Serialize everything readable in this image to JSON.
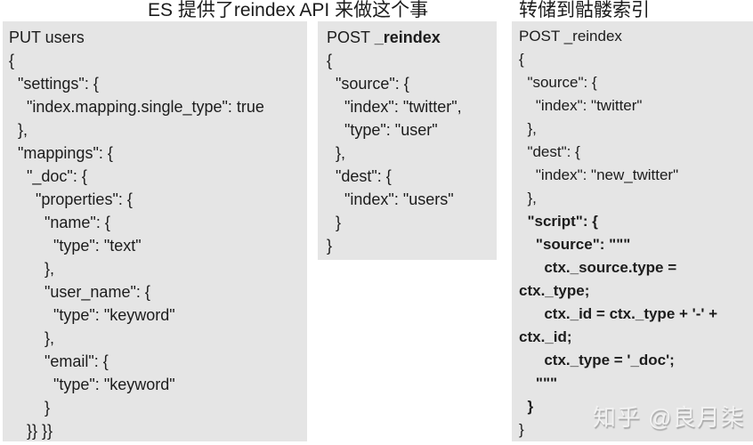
{
  "headers": [
    {
      "text": "ES 提供了reindex API 来做这个事"
    },
    {
      "text": "转储到骷髅索引"
    }
  ],
  "watermark": "知乎 @良月柒",
  "colors": {
    "page_bg": "#ffffff",
    "panel_bg": "#e5e5e5",
    "text": "#1c1c1c",
    "watermark_text": "#f2f2f2"
  },
  "panels": [
    {
      "lines": [
        [
          {
            "t": "PUT users"
          }
        ],
        [
          {
            "t": "{"
          }
        ],
        [
          {
            "t": "  \"settings\": {"
          }
        ],
        [
          {
            "t": "    \"index.mapping.single_type\": true"
          }
        ],
        [
          {
            "t": "  },"
          }
        ],
        [
          {
            "t": "  \"mappings\": {"
          }
        ],
        [
          {
            "t": "    \"_doc\": {"
          }
        ],
        [
          {
            "t": "      \"properties\": {"
          }
        ],
        [
          {
            "t": "        \"name\": {"
          }
        ],
        [
          {
            "t": "          \"type\": \"text\""
          }
        ],
        [
          {
            "t": "        },"
          }
        ],
        [
          {
            "t": "        \"user_name\": {"
          }
        ],
        [
          {
            "t": "          \"type\": \"keyword\""
          }
        ],
        [
          {
            "t": "        },"
          }
        ],
        [
          {
            "t": "        \"email\": {"
          }
        ],
        [
          {
            "t": "          \"type\": \"keyword\""
          }
        ],
        [
          {
            "t": "        }"
          }
        ],
        [
          {
            "t": "    }} }}"
          }
        ]
      ]
    },
    {
      "lines": [
        [
          {
            "t": "POST "
          },
          {
            "t": "_reindex",
            "b": true
          }
        ],
        [
          {
            "t": "{"
          }
        ],
        [
          {
            "t": "  \"source\": {"
          }
        ],
        [
          {
            "t": "    \"index\": \"twitter\","
          }
        ],
        [
          {
            "t": "    \"type\": \"user\""
          }
        ],
        [
          {
            "t": "  },"
          }
        ],
        [
          {
            "t": "  \"dest\": {"
          }
        ],
        [
          {
            "t": "    \"index\": \"users\""
          }
        ],
        [
          {
            "t": "  }"
          }
        ],
        [
          {
            "t": "}"
          }
        ]
      ]
    },
    {
      "lines": [
        [
          {
            "t": "POST _reindex"
          }
        ],
        [
          {
            "t": "{"
          }
        ],
        [
          {
            "t": "  \"source\": {"
          }
        ],
        [
          {
            "t": "    \"index\": \"twitter\""
          }
        ],
        [
          {
            "t": "  },"
          }
        ],
        [
          {
            "t": "  \"dest\": {"
          }
        ],
        [
          {
            "t": "    \"index\": \"new_twitter\""
          }
        ],
        [
          {
            "t": "  },"
          }
        ],
        [
          {
            "t": "  \"script\": {",
            "b": true
          }
        ],
        [
          {
            "t": "    \"source\": \"\"\"",
            "b": true
          }
        ],
        [
          {
            "t": "      ctx._source.type =",
            "b": true
          }
        ],
        [
          {
            "t": "ctx._type;",
            "b": true
          }
        ],
        [
          {
            "t": "      ctx._id = ctx._type + '-' +",
            "b": true
          }
        ],
        [
          {
            "t": "ctx._id;",
            "b": true
          }
        ],
        [
          {
            "t": "      ctx._type = '_doc';",
            "b": true
          }
        ],
        [
          {
            "t": "    \"\"\"",
            "b": true
          }
        ],
        [
          {
            "t": "  }",
            "b": true
          }
        ],
        [
          {
            "t": "}"
          }
        ]
      ]
    }
  ]
}
